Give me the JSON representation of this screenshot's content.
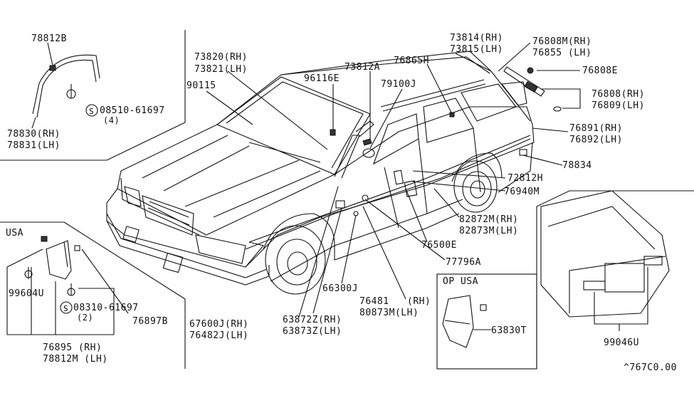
{
  "labels": {
    "p78812B": "78812B",
    "p78830": "78830(RH)",
    "p78831": "78831(LH)",
    "s08510": "08510-61697",
    "s08510q": "(4)",
    "p73820": "73820(RH)",
    "p73821": "73821(LH)",
    "p90115": "90115",
    "p96116E": "96116E",
    "p73812A": "73812A",
    "p79100J": "79100J",
    "p76865H": "76865H",
    "p73814": "73814(RH)",
    "p73815": "73815(LH)",
    "p76808M": "76808M(RH)",
    "p76855": "76855 (LH)",
    "p76808E": "76808E",
    "p76808": "76808(RH)",
    "p76809": "76809(LH)",
    "p76891": "76891(RH)",
    "p76892": "76892(LH)",
    "p78834": "78834",
    "p72812H": "72812H",
    "p76940M": "76940M",
    "p82872M": "82872M(RH)",
    "p82873M": "82873M(LH)",
    "p76500E": "76500E",
    "p77796A": "77796A",
    "p66300J": "66300J",
    "p76481": "76481",
    "p76481rh": "(RH)",
    "p80873M": "80873M(LH)",
    "p63872Z": "63872Z(RH)",
    "p63873Z": "63873Z(LH)",
    "p67600J": "67600J(RH)",
    "p76482J": "76482J(LH)",
    "usa": "USA",
    "p99604U": "99604U",
    "s08310": "08310-61697",
    "s08310q": "(2)",
    "p76897B": "76897B",
    "p76895": "76895 (RH)",
    "p78812M": "78812M (LH)",
    "opusa": "OP USA",
    "p63830T": "63830T",
    "p99046U": "99046U",
    "code": "^767C0.00"
  }
}
